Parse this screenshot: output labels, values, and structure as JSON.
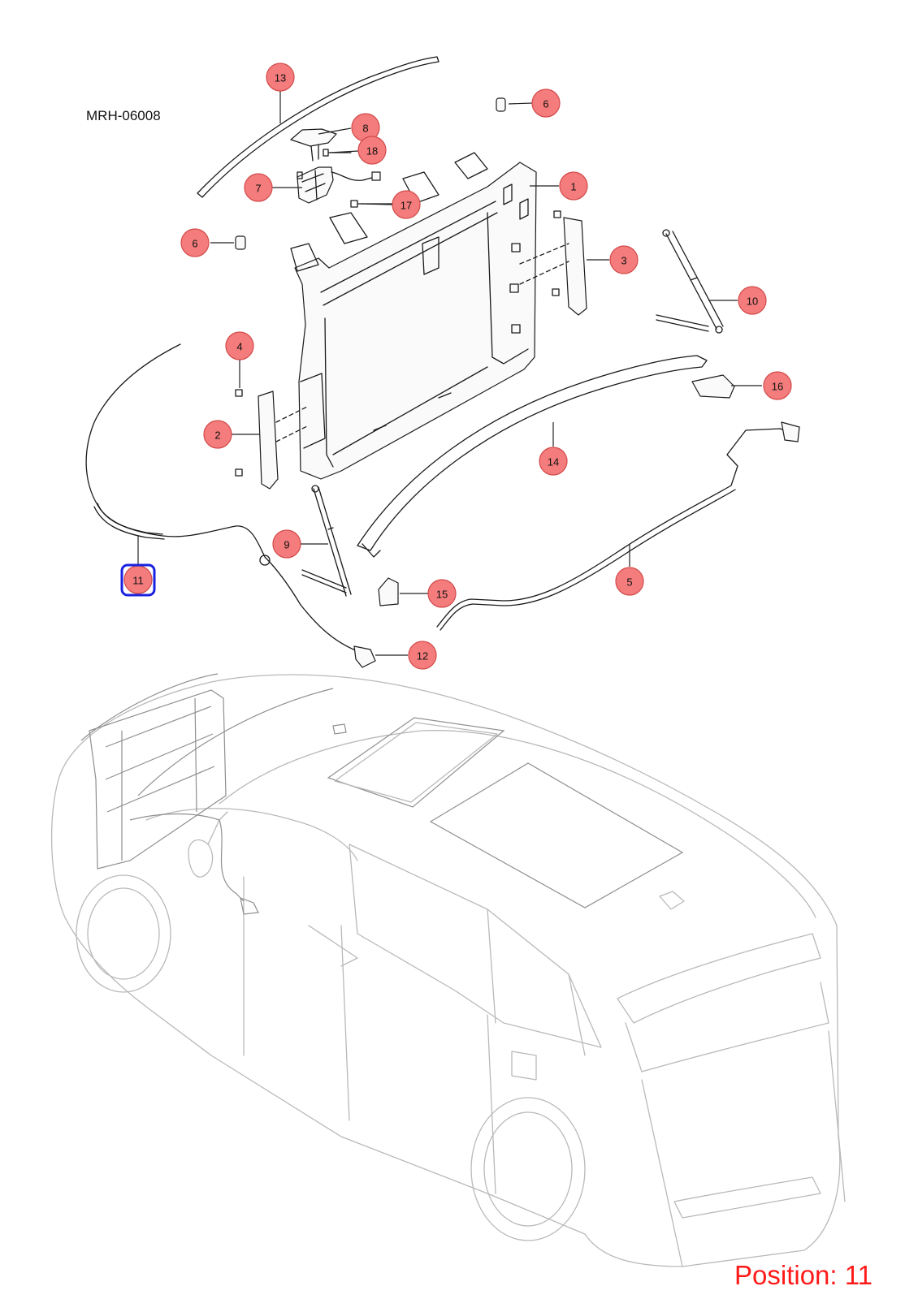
{
  "diagram": {
    "code": "MRH-06008",
    "position_label": "Position: 11",
    "highlight_color": "#1a22e0",
    "callout_fill": "#f47c7c",
    "callout_stroke": "#d24a4a",
    "callouts": [
      {
        "id": "c1",
        "label": "1"
      },
      {
        "id": "c2",
        "label": "2"
      },
      {
        "id": "c3",
        "label": "3"
      },
      {
        "id": "c4",
        "label": "4"
      },
      {
        "id": "c5",
        "label": "5"
      },
      {
        "id": "c6a",
        "label": "6"
      },
      {
        "id": "c6b",
        "label": "6"
      },
      {
        "id": "c7",
        "label": "7"
      },
      {
        "id": "c8",
        "label": "8"
      },
      {
        "id": "c9",
        "label": "9"
      },
      {
        "id": "c10",
        "label": "10"
      },
      {
        "id": "c11",
        "label": "11",
        "highlighted": true
      },
      {
        "id": "c12",
        "label": "12"
      },
      {
        "id": "c13",
        "label": "13"
      },
      {
        "id": "c14",
        "label": "14"
      },
      {
        "id": "c15",
        "label": "15"
      },
      {
        "id": "c16",
        "label": "16"
      },
      {
        "id": "c17",
        "label": "17"
      },
      {
        "id": "c18",
        "label": "18"
      }
    ]
  }
}
